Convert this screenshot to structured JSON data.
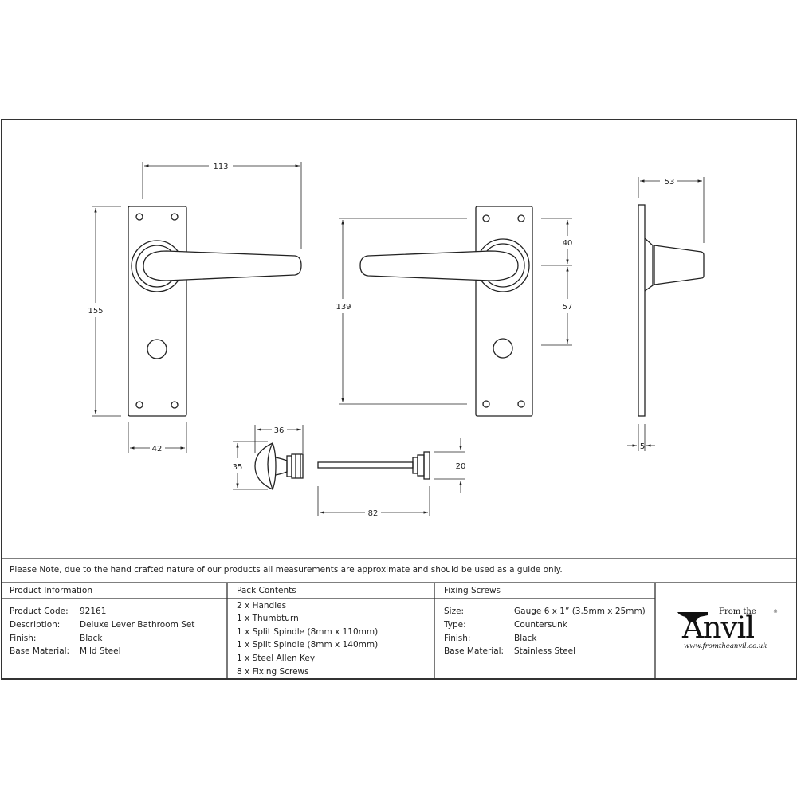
{
  "drawing": {
    "front_view": {
      "width_total": "113",
      "height_total": "155",
      "plate_width": "42"
    },
    "back_view": {
      "fixing_centres": "139",
      "top_to_spindle": "40",
      "spindle_to_turn": "57"
    },
    "side_view": {
      "projection": "53",
      "plate_thickness": "5"
    },
    "thumbturn": {
      "length": "36",
      "height": "35"
    },
    "release": {
      "length": "82",
      "height": "20"
    }
  },
  "note": "Please Note, due to the hand crafted nature of our products all measurements are approximate and should be used as a guide only.",
  "product_information": {
    "header": "Product Information",
    "rows": [
      {
        "label": "Product Code:",
        "value": "92161"
      },
      {
        "label": "Description:",
        "value": "Deluxe Lever Bathroom Set"
      },
      {
        "label": "Finish:",
        "value": "Black"
      },
      {
        "label": "Base Material:",
        "value": "Mild Steel"
      }
    ]
  },
  "pack_contents": {
    "header": "Pack Contents",
    "items": [
      "2 x Handles",
      "1 x Thumbturn",
      "1 x Split Spindle (8mm x 110mm)",
      "1 x Split Spindle (8mm x 140mm)",
      "1 x Steel Allen Key",
      "8 x Fixing Screws"
    ]
  },
  "fixing_screws": {
    "header": "Fixing Screws",
    "rows": [
      {
        "label": "Size:",
        "value": "Gauge 6 x 1” (3.5mm x 25mm)"
      },
      {
        "label": "Type:",
        "value": "Countersunk"
      },
      {
        "label": "Finish:",
        "value": "Black"
      },
      {
        "label": "Base Material:",
        "value": "Stainless Steel"
      }
    ]
  },
  "logo": {
    "from_the": "From the",
    "brand": "Anvil",
    "registered": "®",
    "url": "www.fromtheanvil.co.uk"
  }
}
